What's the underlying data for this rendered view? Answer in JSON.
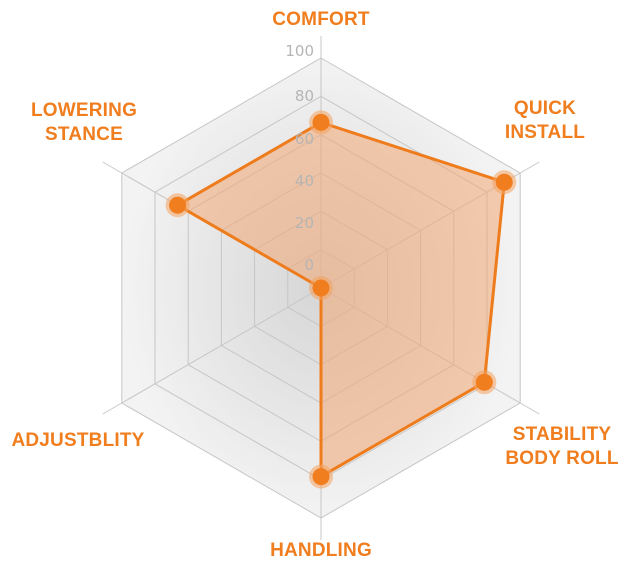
{
  "chart_data": {
    "type": "radar",
    "axes": [
      {
        "label_lines": [
          "COMFORT"
        ]
      },
      {
        "label_lines": [
          "QUICK",
          "INSTALL"
        ]
      },
      {
        "label_lines": [
          "STABILITY",
          "BODY ROLL"
        ]
      },
      {
        "label_lines": [
          "HANDLING"
        ]
      },
      {
        "label_lines": [
          "ADJUSTBLITY"
        ]
      },
      {
        "label_lines": [
          "LOWERING",
          "STANCE"
        ]
      }
    ],
    "values": [
      72,
      92,
      82,
      82,
      0,
      72
    ],
    "rlim": [
      0,
      100
    ],
    "ticks": [
      "0",
      "20",
      "40",
      "60",
      "80",
      "100"
    ],
    "colors": {
      "accent": "#f07d1e",
      "fill": "#f2a772",
      "grid": "#c6c6c6",
      "background_outer": "#f1f1f1",
      "background_inner": "#dcdcdc",
      "tick_text": "#b5b5b5"
    }
  }
}
